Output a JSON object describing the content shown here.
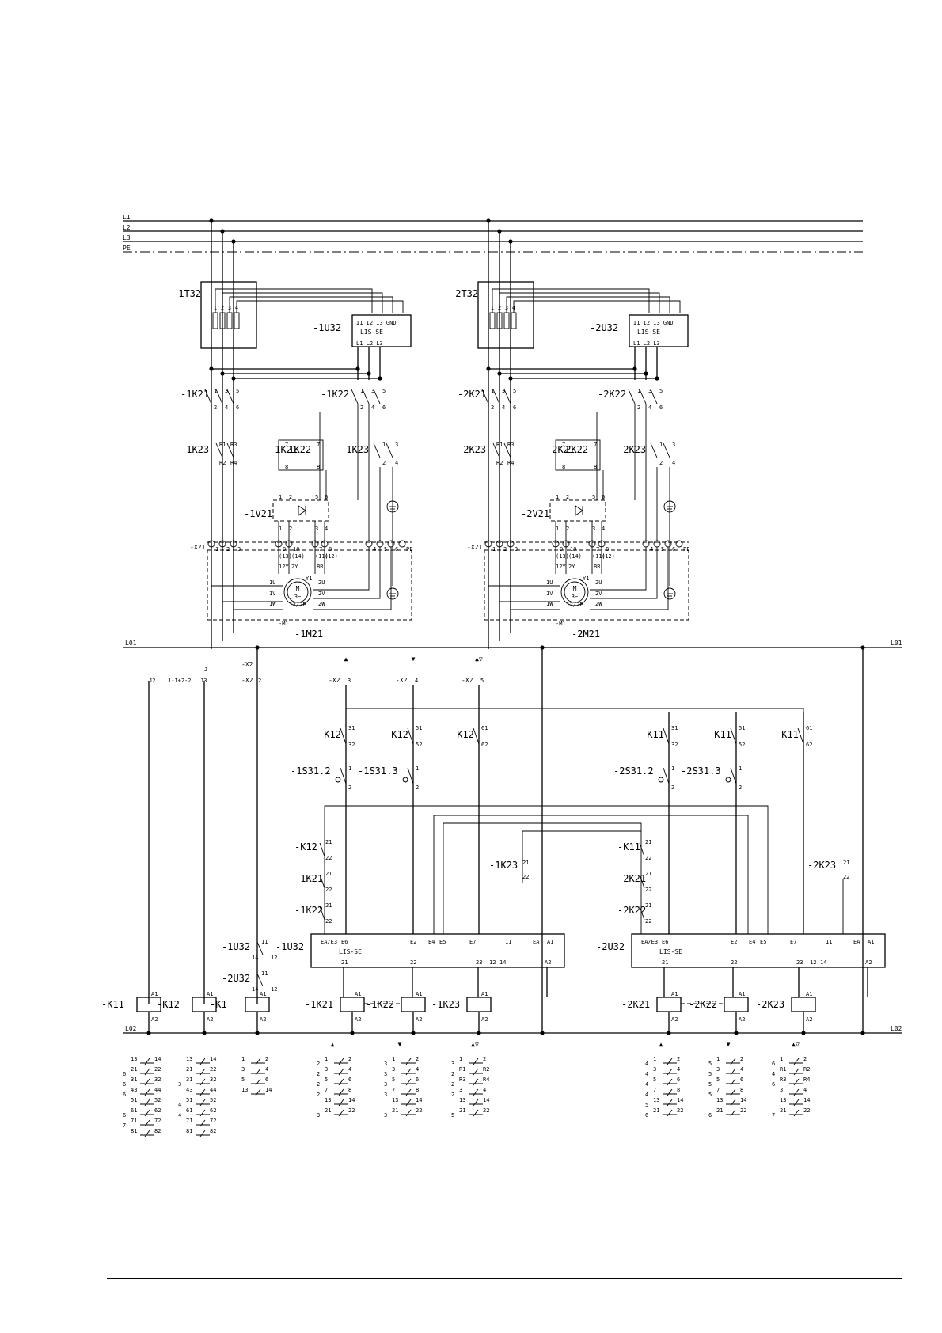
{
  "power": {
    "rails": [
      "L1",
      "L2",
      "L3",
      "PE"
    ],
    "drives": [
      {
        "transformer": "-1T32",
        "tr_terms": [
          "1",
          "2",
          "3",
          "4"
        ],
        "lis": "-1U32",
        "lis_type": "LIS-SE",
        "lis_in": "I1 I2 I3 GND",
        "lis_out": "L1 L2 L3",
        "k_left": "-1K21",
        "k_right": "-1K22",
        "k23_left": "-1K23",
        "k22_mid": "-1K22",
        "k21_mid": "-1K21",
        "k23_right": "-1K23",
        "rect": "-1V21",
        "terminal": "-X21",
        "motor_id": "-M1",
        "motor_tag": "-1M21"
      },
      {
        "transformer": "-2T32",
        "tr_terms": [
          "1",
          "2",
          "3",
          "4"
        ],
        "lis": "-2U32",
        "lis_type": "LIS-SE",
        "lis_in": "I1 I2 I3 GND",
        "lis_out": "L1 L2 L3",
        "k_left": "-2K21",
        "k_right": "-2K22",
        "k23_left": "-2K23",
        "k22_mid": "-2K22",
        "k21_mid": "-2K21",
        "k23_right": "-2K23",
        "rect": "-2V21",
        "terminal": "-X21",
        "motor_id": "-M1",
        "motor_tag": "-2M21"
      }
    ],
    "contact_nums": {
      "a": "1",
      "b": "3",
      "c": "5",
      "d": "2",
      "e": "4",
      "f": "6",
      "r1": "R1",
      "r3": "R3",
      "r2": "R2",
      "r4": "R4",
      "n7": "7",
      "n8": "8"
    },
    "rect_terms": {
      "t1": "1",
      "t2": "2",
      "t5": "5",
      "t6": "6",
      "t3": "3",
      "t4": "4"
    },
    "x_terms": [
      "1",
      "2",
      "3",
      "9",
      "10",
      "7",
      "8",
      "4",
      "5",
      "6",
      "PE"
    ],
    "x_sub": [
      "(13)",
      "(14)",
      "(11)",
      "(12)"
    ],
    "motor": {
      "m": "M",
      "phase": "3~",
      "poles": "12/2P",
      "u1": "1U",
      "v1": "1V",
      "w1": "1W",
      "u2": "2U",
      "v2": "2V",
      "w2": "2W",
      "y1": "12Y",
      "y2": "2Y",
      "yb": "Y1",
      "br": "BR"
    }
  },
  "control": {
    "rail_top": "L01",
    "rail_bottom": "L02",
    "x2_top": "-X2",
    "x2_top_num": "1",
    "x2_second": "-X2",
    "x2_second_num": "2",
    "j2": "J2",
    "j3": "J3",
    "j_mid": "1-1+2-2",
    "j_tick": "J",
    "arrows": {
      "up": "▲",
      "down": "▼",
      "both": "▲▽"
    },
    "x2_inputs": [
      {
        "tag": "-X2",
        "num": "3"
      },
      {
        "tag": "-X2",
        "num": "4"
      },
      {
        "tag": "-X2",
        "num": "5"
      }
    ],
    "k12_contacts": [
      {
        "tag": "-K12",
        "a": "31",
        "b": "32"
      },
      {
        "tag": "-K12",
        "a": "51",
        "b": "52"
      },
      {
        "tag": "-K12",
        "a": "61",
        "b": "62"
      }
    ],
    "k11_contacts": [
      {
        "tag": "-K11",
        "a": "31",
        "b": "32"
      },
      {
        "tag": "-K11",
        "a": "51",
        "b": "52"
      },
      {
        "tag": "-K11",
        "a": "61",
        "b": "62"
      }
    ],
    "s_left": [
      {
        "tag": "-1S31.2",
        "a": "1",
        "b": "2"
      },
      {
        "tag": "-1S31.3",
        "a": "1",
        "b": "2"
      }
    ],
    "s_right": [
      {
        "tag": "-2S31.2",
        "a": "1",
        "b": "2"
      },
      {
        "tag": "-2S31.3",
        "a": "1",
        "b": "2"
      }
    ],
    "interlock_left": [
      {
        "tag": "-K12",
        "a": "21",
        "b": "22"
      },
      {
        "tag": "-1K21",
        "a": "21",
        "b": "22"
      },
      {
        "tag": "-1K22",
        "a": "21",
        "b": "22"
      }
    ],
    "interlock_right": [
      {
        "tag": "-K11",
        "a": "21",
        "b": "22"
      },
      {
        "tag": "-2K21",
        "a": "21",
        "b": "22"
      },
      {
        "tag": "-2K22",
        "a": "21",
        "b": "22"
      }
    ],
    "k23_mid_left": {
      "tag": "-1K23",
      "a": "21",
      "b": "22"
    },
    "k23_far_right": {
      "tag": "-2K23",
      "a": "21",
      "b": "22"
    },
    "u32_aux": [
      {
        "tag": "-1U32",
        "a": "11",
        "b": "14",
        "c": "12"
      },
      {
        "tag": "-2U32",
        "a": "11",
        "b": "14",
        "c": "12"
      }
    ],
    "lis_boxes": [
      {
        "tag": "-1U32",
        "type": "LIS-SE",
        "e_in": [
          "EA/E3",
          "E6",
          "E2",
          "E4",
          "E5",
          "E7",
          "11",
          "EA",
          "A1"
        ],
        "outs": [
          "21",
          "22",
          "23",
          "12",
          "14",
          "A2"
        ]
      },
      {
        "tag": "-2U32",
        "type": "LIS-SE",
        "e_in": [
          "EA/E3",
          "E6",
          "E2",
          "E4",
          "E5",
          "E7",
          "11",
          "EA",
          "A1"
        ],
        "outs": [
          "21",
          "22",
          "23",
          "12",
          "14",
          "A2"
        ]
      }
    ],
    "coils": [
      "-K11",
      "-K12",
      "-K1",
      "-1K21",
      "-1K22",
      "-1K23",
      "-2K21",
      "-2K22",
      "-2K23"
    ],
    "coil_a1": "A1",
    "coil_a2": "A2"
  },
  "contact_tables": [
    {
      "id": "K11",
      "rows": [
        [
          "13",
          "14",
          ""
        ],
        [
          "21",
          "22",
          "6"
        ],
        [
          "31",
          "32",
          "6"
        ],
        [
          "43",
          "44",
          "6"
        ],
        [
          "51",
          "52",
          ""
        ],
        [
          "61",
          "62",
          "6"
        ],
        [
          "71",
          "72",
          "7"
        ],
        [
          "81",
          "82",
          ""
        ]
      ]
    },
    {
      "id": "K12",
      "rows": [
        [
          "13",
          "14",
          ""
        ],
        [
          "21",
          "22",
          ""
        ],
        [
          "31",
          "32",
          "3"
        ],
        [
          "43",
          "44",
          ""
        ],
        [
          "51",
          "52",
          "4"
        ],
        [
          "61",
          "62",
          "4"
        ],
        [
          "71",
          "72",
          ""
        ],
        [
          "81",
          "82",
          ""
        ]
      ]
    },
    {
      "id": "K1",
      "rows": [
        [
          "1",
          "2",
          ""
        ],
        [
          "3",
          "4",
          ""
        ],
        [
          "5",
          "6",
          ""
        ],
        [
          "13",
          "14",
          ""
        ]
      ]
    },
    {
      "id": "1K21",
      "rows": [
        [
          "1",
          "2",
          "2"
        ],
        [
          "3",
          "4",
          "2"
        ],
        [
          "5",
          "6",
          "2"
        ],
        [
          "7",
          "8",
          "2"
        ],
        [
          "13",
          "14",
          ""
        ],
        [
          "21",
          "22",
          "3"
        ]
      ]
    },
    {
      "id": "1K22",
      "rows": [
        [
          "1",
          "2",
          "3"
        ],
        [
          "3",
          "4",
          "3"
        ],
        [
          "5",
          "6",
          "3"
        ],
        [
          "7",
          "8",
          "3"
        ],
        [
          "13",
          "14",
          ""
        ],
        [
          "21",
          "22",
          "3"
        ]
      ]
    },
    {
      "id": "1K23",
      "rows": [
        [
          "1",
          "2",
          "3"
        ],
        [
          "R1",
          "R2",
          "2"
        ],
        [
          "R3",
          "R4",
          "2"
        ],
        [
          "3",
          "4",
          "2"
        ],
        [
          "13",
          "14",
          ""
        ],
        [
          "21",
          "22",
          "5"
        ]
      ]
    },
    {
      "id": "2K21",
      "rows": [
        [
          "1",
          "2",
          "4"
        ],
        [
          "3",
          "4",
          "4"
        ],
        [
          "5",
          "6",
          "4"
        ],
        [
          "7",
          "8",
          "4"
        ],
        [
          "13",
          "14",
          "5"
        ],
        [
          "21",
          "22",
          "6"
        ]
      ]
    },
    {
      "id": "2K22",
      "rows": [
        [
          "1",
          "2",
          "5"
        ],
        [
          "3",
          "4",
          "5"
        ],
        [
          "5",
          "6",
          "5"
        ],
        [
          "7",
          "8",
          "5"
        ],
        [
          "13",
          "14",
          ""
        ],
        [
          "21",
          "22",
          "6"
        ]
      ]
    },
    {
      "id": "2K23",
      "rows": [
        [
          "1",
          "2",
          "6"
        ],
        [
          "R1",
          "R2",
          "4"
        ],
        [
          "R3",
          "R4",
          "6"
        ],
        [
          "3",
          "4",
          ""
        ],
        [
          "13",
          "14",
          ""
        ],
        [
          "21",
          "22",
          "7"
        ]
      ]
    }
  ]
}
